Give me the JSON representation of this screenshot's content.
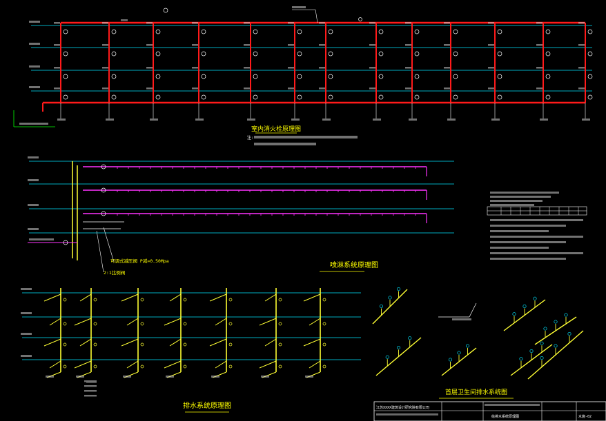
{
  "colors": {
    "background": "#000000",
    "floor_line": "#00e5ff",
    "hydrant_pipe": "#ff1a1a",
    "spray_pipe": "#ff33ff",
    "drain_pipe": "#ffff33",
    "annotation": "#ffffff",
    "title": "#ffff00",
    "green_note": "#00ff00"
  },
  "titles": {
    "hydrant_system": "室内消火栓原理图",
    "spray_system": "喷淋系统原理图",
    "drain_system": "排水系统原理图",
    "toilet_drain": "首层卫生间排水系统图"
  },
  "labels": {
    "pressure_note": "可调式减压阀 P减=0.50Mpa",
    "ratio_note": "2:1比例阀",
    "main_note": "给水干管",
    "note_marker": "注:"
  },
  "title_block": {
    "company": "江苏XXXX建筑设计研究院有限公司",
    "drawing_name": "给排水系统原理图",
    "drawing_no": "水施-02"
  }
}
